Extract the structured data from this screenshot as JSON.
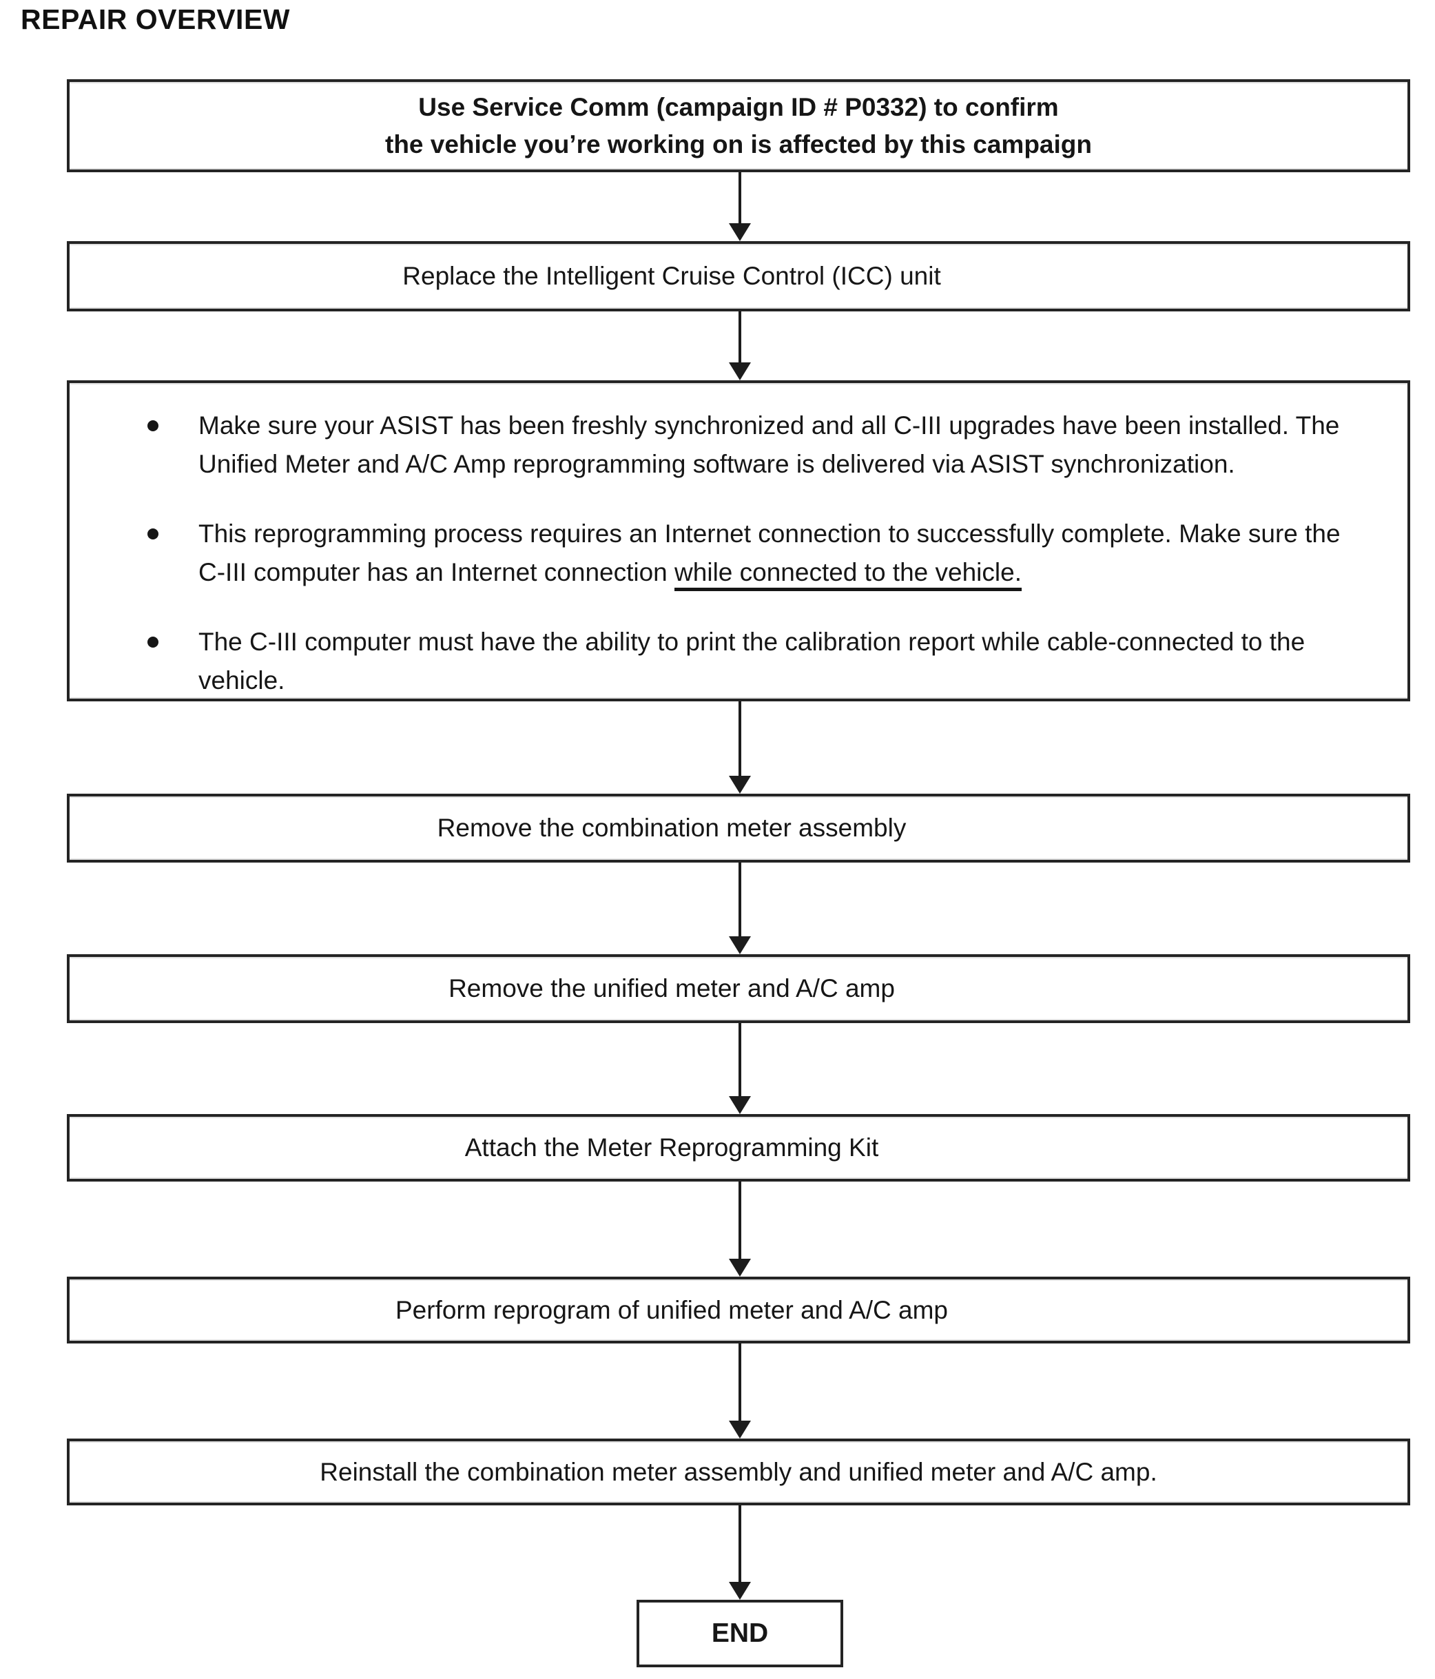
{
  "page": {
    "title": "REPAIR OVERVIEW"
  },
  "colors": {
    "ink": "#161616",
    "box_border": "#242424",
    "background": "#ffffff"
  },
  "flow": {
    "steps": [
      {
        "name": "confirm-campaign",
        "label": "Use Service Comm (campaign ID # P0332) to confirm\nthe vehicle you’re working on is affected by this campaign"
      },
      {
        "name": "replace-icc-unit",
        "label": "Replace the Intelligent Cruise Control (ICC) unit"
      },
      {
        "name": "prerequisite-notes",
        "bullets": {
          "b1": "Make sure your ASIST has been freshly synchronized and all C-III upgrades have been installed. The Unified Meter and A/C Amp reprogramming software is delivered via ASIST synchronization.",
          "b2_prefix": "This reprogramming process requires an Internet connection to successfully complete. Make sure the C-III computer has an Internet connection ",
          "b2_underlined": "while connected to the vehicle.",
          "b3": "The C-III computer must have the ability to print the calibration report while cable-connected to the vehicle."
        }
      },
      {
        "name": "remove-combination-meter",
        "label": "Remove the combination meter assembly"
      },
      {
        "name": "remove-unified-meter",
        "label": "Remove the unified meter and A/C amp"
      },
      {
        "name": "attach-reprogramming-kit",
        "label": "Attach the Meter Reprogramming Kit"
      },
      {
        "name": "perform-reprogram",
        "label": "Perform reprogram of unified meter and A/C amp"
      },
      {
        "name": "reinstall-assembly",
        "label": "Reinstall the combination meter assembly and unified meter and A/C amp."
      }
    ],
    "end_label": "END"
  }
}
